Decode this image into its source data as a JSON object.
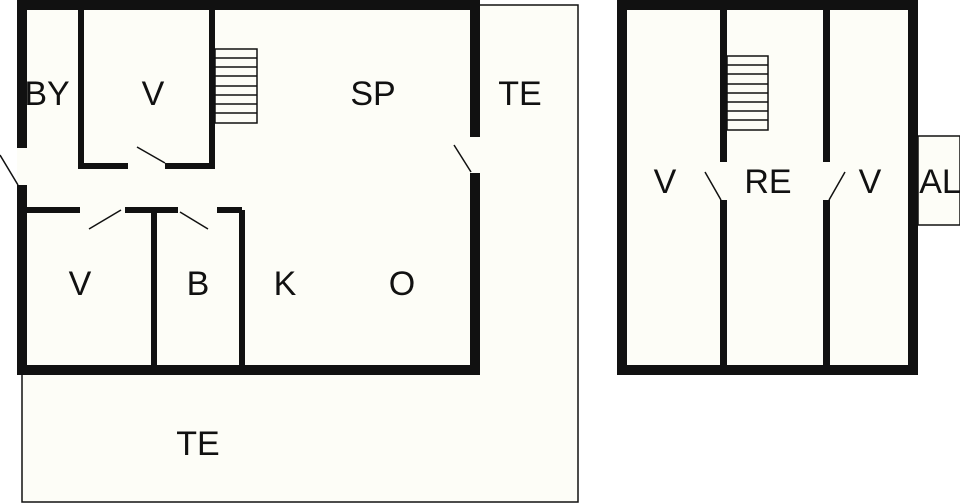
{
  "colors": {
    "wall": "#111111",
    "floor": "#fdfdf7",
    "background": "#ffffff"
  },
  "plan_left": {
    "rooms": [
      {
        "label": "BY"
      },
      {
        "label": "V"
      },
      {
        "label": "SP"
      },
      {
        "label": "TE"
      },
      {
        "label": "V"
      },
      {
        "label": "B"
      },
      {
        "label": "K"
      },
      {
        "label": "O"
      },
      {
        "label": "TE"
      }
    ]
  },
  "plan_right": {
    "rooms": [
      {
        "label": "V"
      },
      {
        "label": "RE"
      },
      {
        "label": "V"
      },
      {
        "label": "AL"
      }
    ]
  }
}
